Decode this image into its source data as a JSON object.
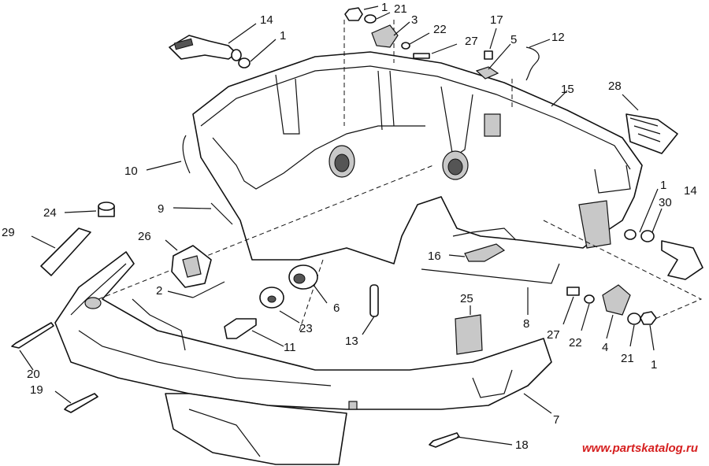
{
  "watermark": "www.partskatalog.ru",
  "callouts": [
    {
      "id": "c1a",
      "text": "1"
    },
    {
      "id": "c21a",
      "text": "21"
    },
    {
      "id": "c3",
      "text": "3"
    },
    {
      "id": "c22a",
      "text": "22"
    },
    {
      "id": "c27a",
      "text": "27"
    },
    {
      "id": "c17",
      "text": "17"
    },
    {
      "id": "c5",
      "text": "5"
    },
    {
      "id": "c12",
      "text": "12"
    },
    {
      "id": "c14a",
      "text": "14"
    },
    {
      "id": "c1b",
      "text": "1"
    },
    {
      "id": "c15",
      "text": "15"
    },
    {
      "id": "c28",
      "text": "28"
    },
    {
      "id": "c10",
      "text": "10"
    },
    {
      "id": "c9",
      "text": "9"
    },
    {
      "id": "c24",
      "text": "24"
    },
    {
      "id": "c29",
      "text": "29"
    },
    {
      "id": "c26",
      "text": "26"
    },
    {
      "id": "c1c",
      "text": "1"
    },
    {
      "id": "c30",
      "text": "30"
    },
    {
      "id": "c14b",
      "text": "14"
    },
    {
      "id": "c16",
      "text": "16"
    },
    {
      "id": "c2",
      "text": "2"
    },
    {
      "id": "c6",
      "text": "6"
    },
    {
      "id": "c23",
      "text": "23"
    },
    {
      "id": "c11",
      "text": "11"
    },
    {
      "id": "c13",
      "text": "13"
    },
    {
      "id": "c25",
      "text": "25"
    },
    {
      "id": "c8",
      "text": "8"
    },
    {
      "id": "c27b",
      "text": "27"
    },
    {
      "id": "c22b",
      "text": "22"
    },
    {
      "id": "c4",
      "text": "4"
    },
    {
      "id": "c21b",
      "text": "21"
    },
    {
      "id": "c1d",
      "text": "1"
    },
    {
      "id": "c20",
      "text": "20"
    },
    {
      "id": "c19",
      "text": "19"
    },
    {
      "id": "c7",
      "text": "7"
    },
    {
      "id": "c18",
      "text": "18"
    }
  ]
}
